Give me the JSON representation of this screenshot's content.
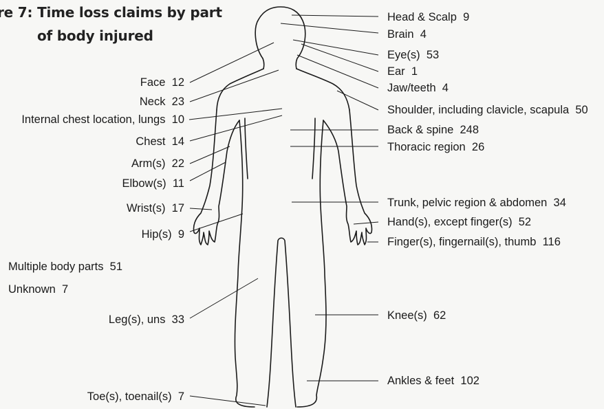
{
  "title": {
    "line1": "re 7: Time loss claims by part",
    "line2": "of body injured"
  },
  "left_labels": [
    {
      "name": "Face",
      "count": "12"
    },
    {
      "name": "Neck",
      "count": "23"
    },
    {
      "name": "Internal chest location, lungs",
      "count": "10"
    },
    {
      "name": "Chest",
      "count": "14"
    },
    {
      "name": "Arm(s)",
      "count": "22"
    },
    {
      "name": "Elbow(s)",
      "count": "11"
    },
    {
      "name": "Wrist(s)",
      "count": "17"
    },
    {
      "name": "Hip(s)",
      "count": "9"
    },
    {
      "name": "Leg(s), uns",
      "count": "33"
    },
    {
      "name": "Toe(s), toenail(s)",
      "count": "7"
    }
  ],
  "right_labels": [
    {
      "name": "Head & Scalp",
      "count": "9"
    },
    {
      "name": "Brain",
      "count": "4"
    },
    {
      "name": "Eye(s)",
      "count": "53"
    },
    {
      "name": "Ear",
      "count": "1"
    },
    {
      "name": "Jaw/teeth",
      "count": "4"
    },
    {
      "name": "Shoulder, including clavicle, scapula",
      "count": "50"
    },
    {
      "name": "Back & spine",
      "count": "248"
    },
    {
      "name": "Thoracic region",
      "count": "26"
    },
    {
      "name": "Trunk, pelvic region & abdomen",
      "count": "34"
    },
    {
      "name": "Hand(s), except finger(s)",
      "count": "52"
    },
    {
      "name": "Finger(s), fingernail(s), thumb",
      "count": "116"
    },
    {
      "name": "Knee(s)",
      "count": "62"
    },
    {
      "name": "Ankles & feet",
      "count": "102"
    }
  ],
  "unplaced_labels": [
    {
      "name": "Multiple body parts",
      "count": "51"
    },
    {
      "name": "Unknown",
      "count": "7"
    }
  ],
  "colors": {
    "text": "#1a1a1a",
    "line": "#1a1a1a",
    "background": "#f7f7f5"
  }
}
